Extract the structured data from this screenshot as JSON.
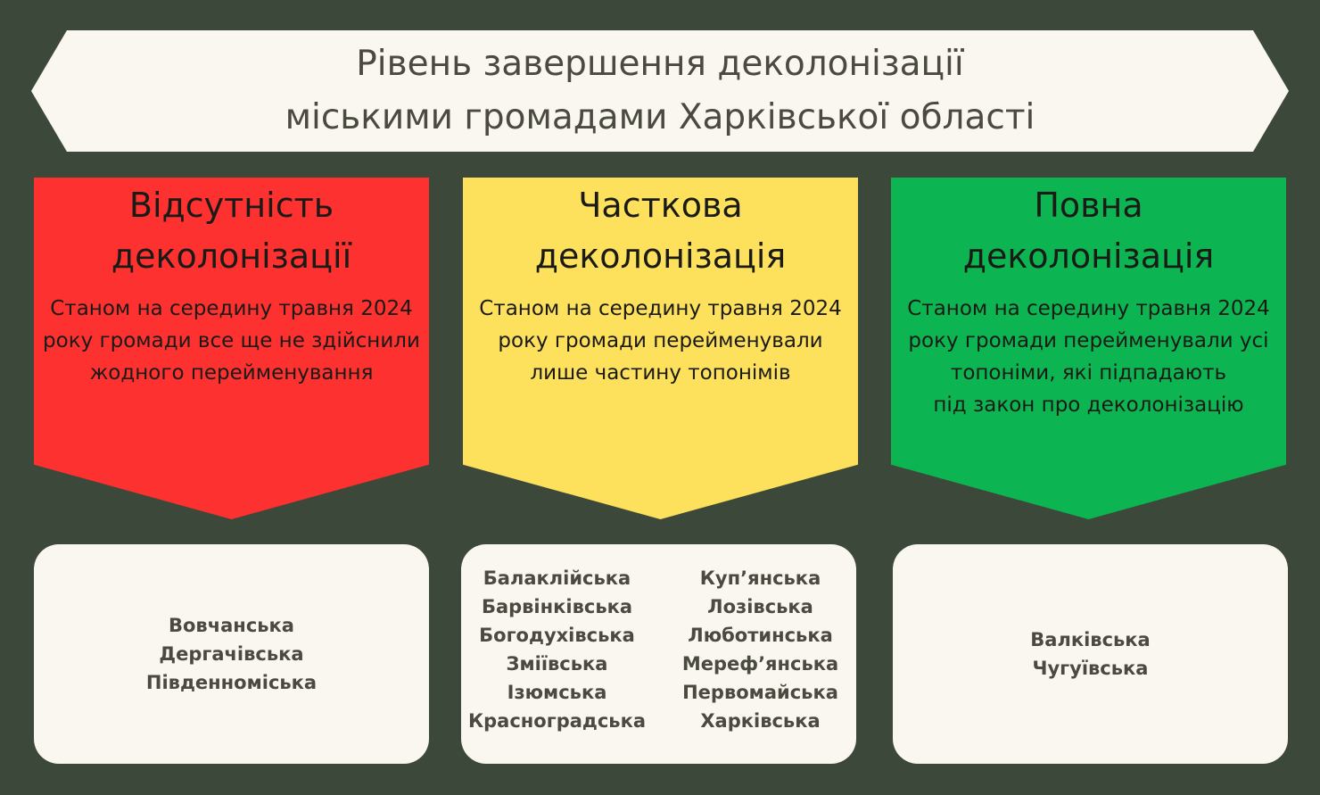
{
  "title": {
    "line1": "Рівень завершення деколонізації",
    "line2": "міськими громадами Харківської області"
  },
  "colors": {
    "background": "#3c4839",
    "none": "#fd312f",
    "partial": "#fde15c",
    "full": "#0db552",
    "card": "#faf7f0"
  },
  "columns": [
    {
      "title_line1": "Відсутність",
      "title_line2": "деколонізації",
      "desc_line1": "Станом на середину травня 2024",
      "desc_line2": "року громади все ще не здійснили",
      "desc_line3": "жодного перейменування",
      "communities": [
        "Вовчанська",
        "Дергачівська",
        "Південноміська"
      ]
    },
    {
      "title_line1": "Часткова",
      "title_line2": "деколонізація",
      "desc_line1": "Станом на середину травня 2024",
      "desc_line2": "року громади перейменували",
      "desc_line3": "лише частину топонімів",
      "communities_left": [
        "Балаклійська",
        "Барвінківська",
        "Богодухівська",
        "Зміївська",
        "Ізюмська",
        "Красноградська"
      ],
      "communities_right": [
        "Куп’янська",
        "Лозівська",
        "Люботинська",
        "Мереф’янська",
        "Первомайська",
        "Харківська"
      ]
    },
    {
      "title_line1": "Повна",
      "title_line2": "деколонізація",
      "desc_line1": "Станом на середину травня 2024",
      "desc_line2": "року громади перейменували усі",
      "desc_line3": "топоніми, які підпадають",
      "desc_line4": "під закон про деколонізацію",
      "communities": [
        "Валківська",
        "Чугуївська"
      ]
    }
  ]
}
